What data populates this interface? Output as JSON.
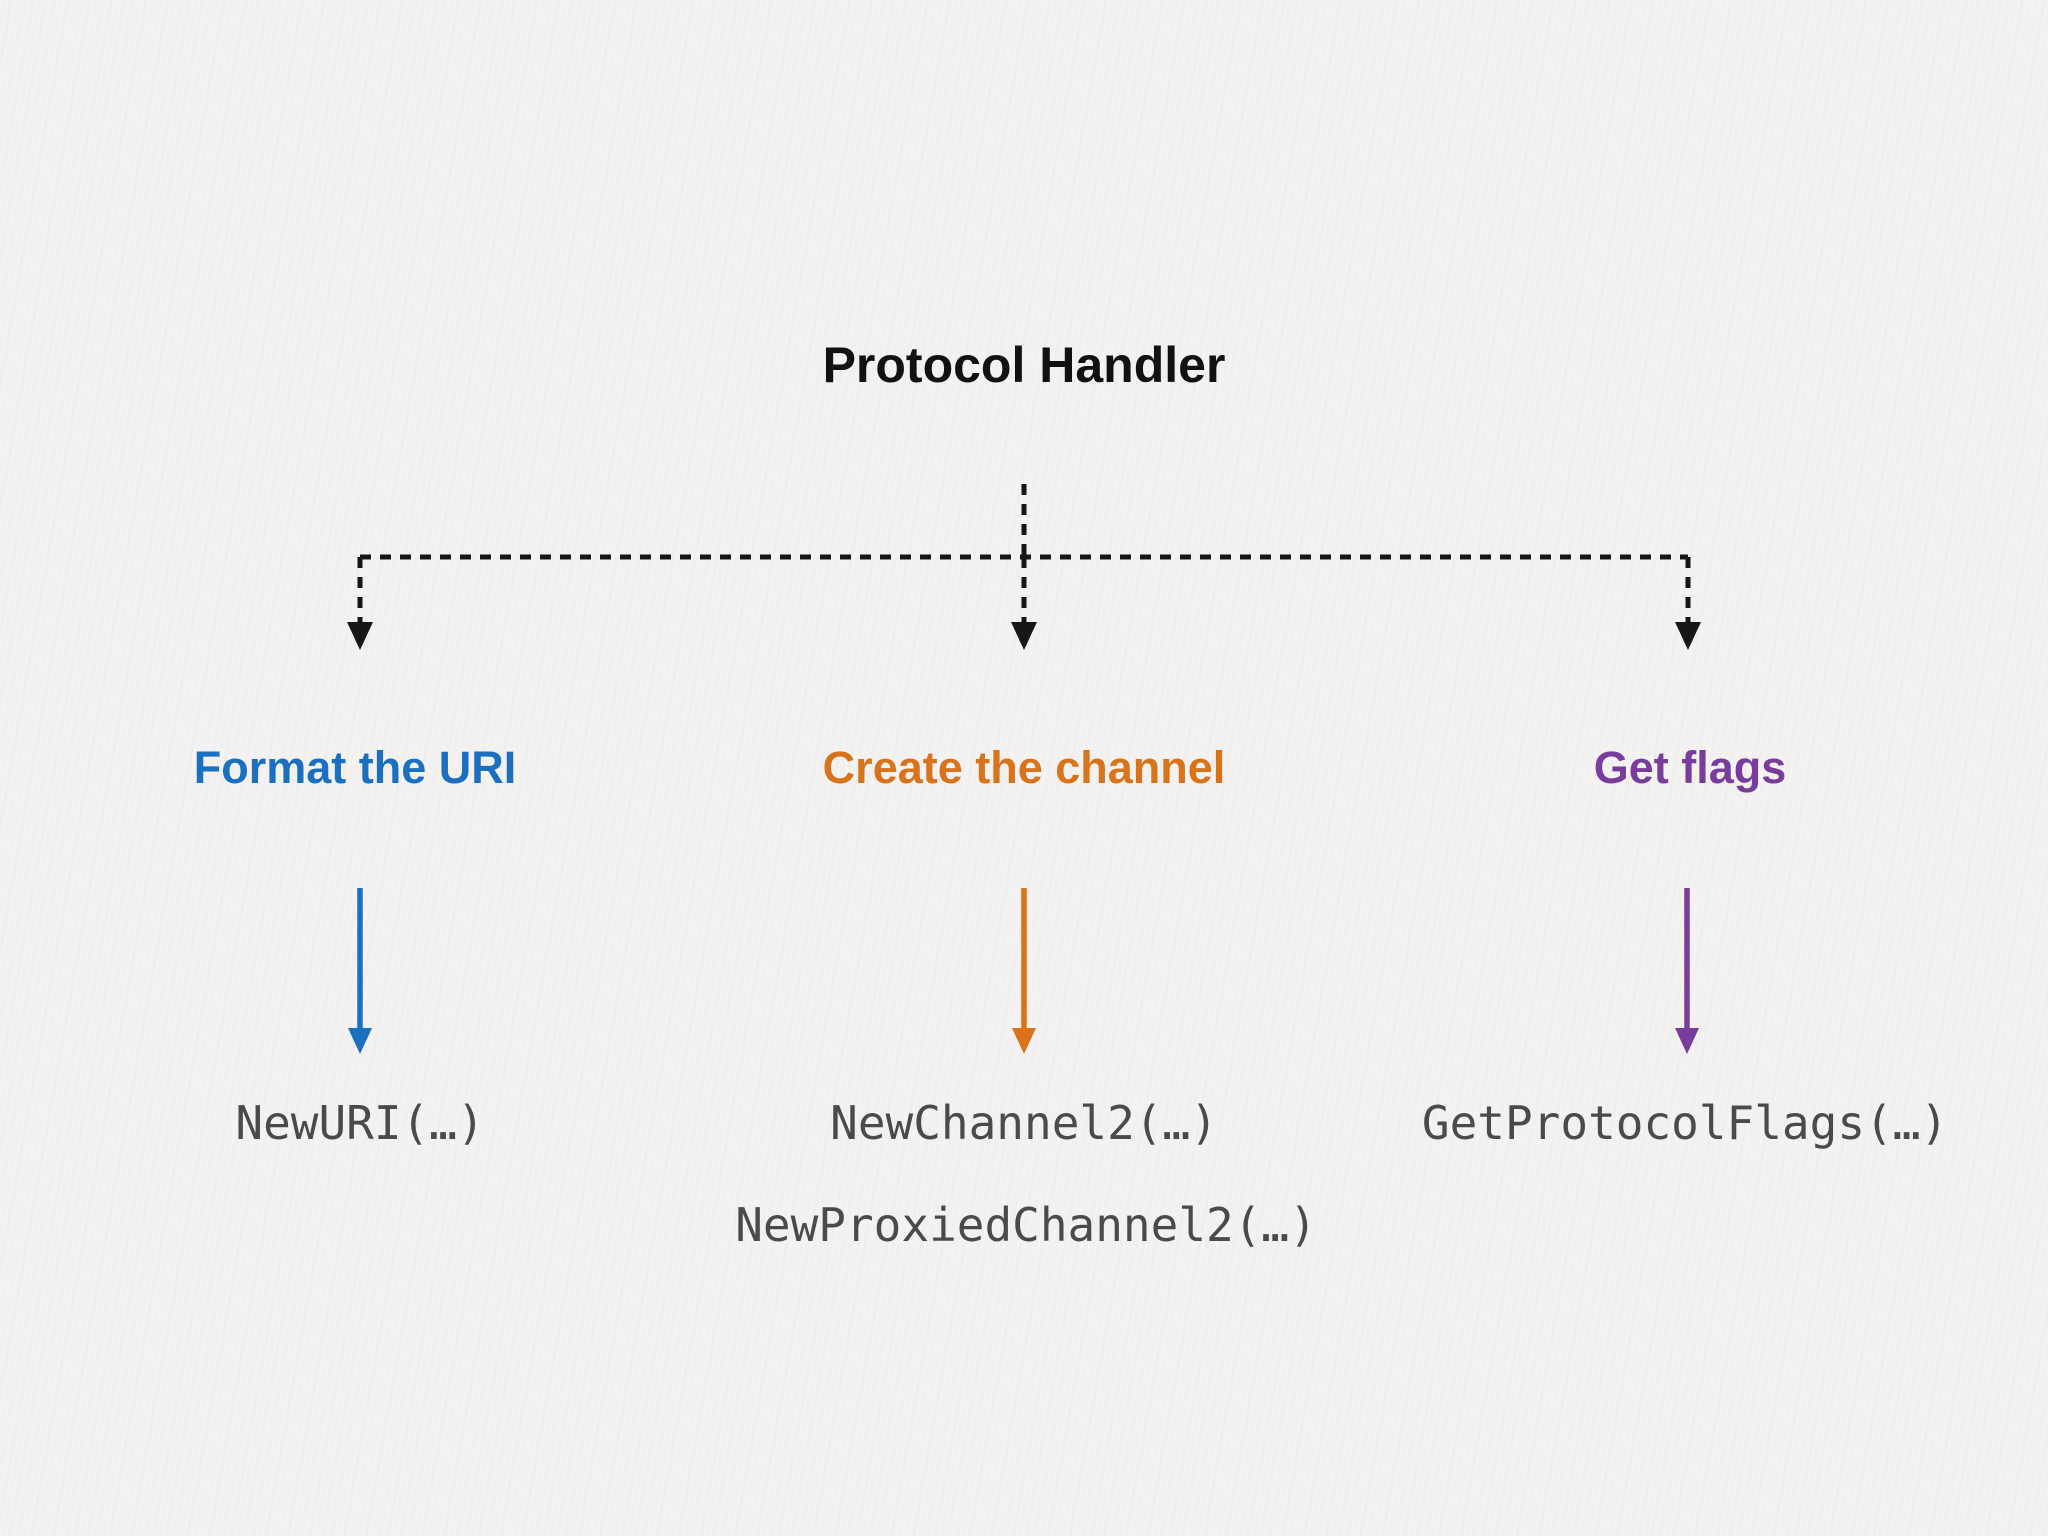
{
  "page": {
    "background_color": "#f2f1ef"
  },
  "diagram": {
    "title": "Protocol Handler",
    "connector_color": "#161616",
    "function_color": "#4a4a4c",
    "branches": [
      {
        "id": "format-uri",
        "label": "Format the URI",
        "color": "#1a6fc0",
        "functions": [
          "NewURI(…)"
        ]
      },
      {
        "id": "create-channel",
        "label": "Create the channel",
        "color": "#d9731b",
        "functions": [
          "NewChannel2(…)",
          "NewProxiedChannel2(…)"
        ]
      },
      {
        "id": "get-flags",
        "label": "Get flags",
        "color": "#783c9c",
        "functions": [
          "GetProtocolFlags(…)"
        ]
      }
    ]
  }
}
